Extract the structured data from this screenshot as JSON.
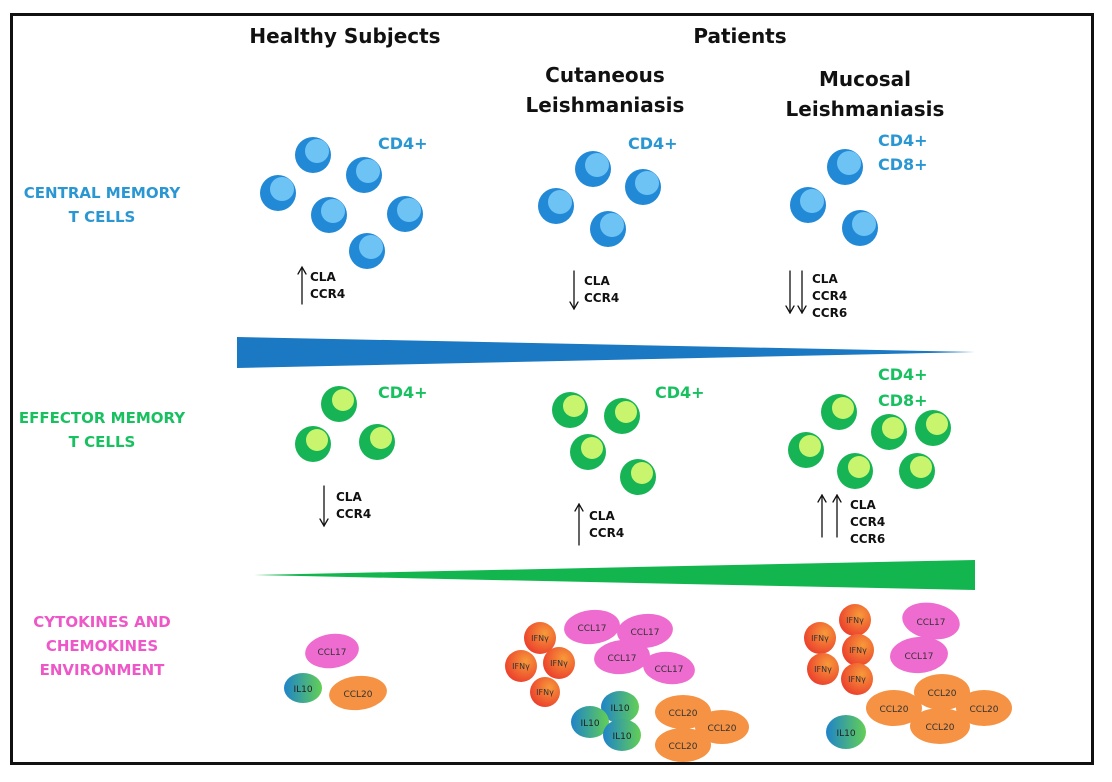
{
  "headers": {
    "healthy": "Healthy Subjects",
    "patients": "Patients",
    "cutaneous": "Cutaneous\nLeishmaniasis",
    "mucosal": "Mucosal\nLeishmaniasis"
  },
  "rows": {
    "central": "CENTRAL MEMORY\nT CELLS",
    "effector": "EFFECTOR MEMORY\nT CELLS",
    "environment": "CYTOKINES AND\nCHEMOKINES\nENVIRONMENT"
  },
  "cell_labels": {
    "central_healthy": "CD4+",
    "central_cutaneous": "CD4+",
    "central_mucosal_cd4": "CD4+",
    "central_mucosal_cd8": "CD8+",
    "effector_healthy": "CD4+",
    "effector_cutaneous": "CD4+",
    "effector_mucosal_cd4": "CD4+",
    "effector_mucosal_cd8": "CD8+"
  },
  "markers": {
    "central_healthy": "CLA\nCCR4",
    "central_cutaneous": "CLA\nCCR4",
    "central_mucosal": "CLA\nCCR4\nCCR6",
    "effector_healthy": "CLA\nCCR4",
    "effector_cutaneous": "CLA\nCCR4",
    "effector_mucosal": "CLA\nCCR4\nCCR6"
  },
  "marker_trend": {
    "central_healthy": "up",
    "central_cutaneous": "down",
    "central_mucosal": "double-down",
    "effector_healthy": "down",
    "effector_cutaneous": "up",
    "effector_mucosal": "double-up"
  },
  "gradients": {
    "central": "decreasing left to right",
    "effector": "increasing left to right"
  },
  "molecules": {
    "ccl17": "CCL17",
    "ccl20": "CCL20",
    "il10": "IL10",
    "ifng": "IFNγ"
  },
  "colors": {
    "central_cell": "#2189d6",
    "central_cell_inner": "#6ec3f5",
    "effector_cell": "#17b455",
    "effector_cell_inner": "#c9f56e",
    "central_label": "#2a97d3",
    "effector_label": "#18c060",
    "environment_label": "#ee57c8",
    "central_wedge": "#1b78c2",
    "effector_wedge": "#13b64e",
    "ccl17": "#ee6bd0",
    "ccl20": "#f59243",
    "ifng": "#f0502e"
  }
}
